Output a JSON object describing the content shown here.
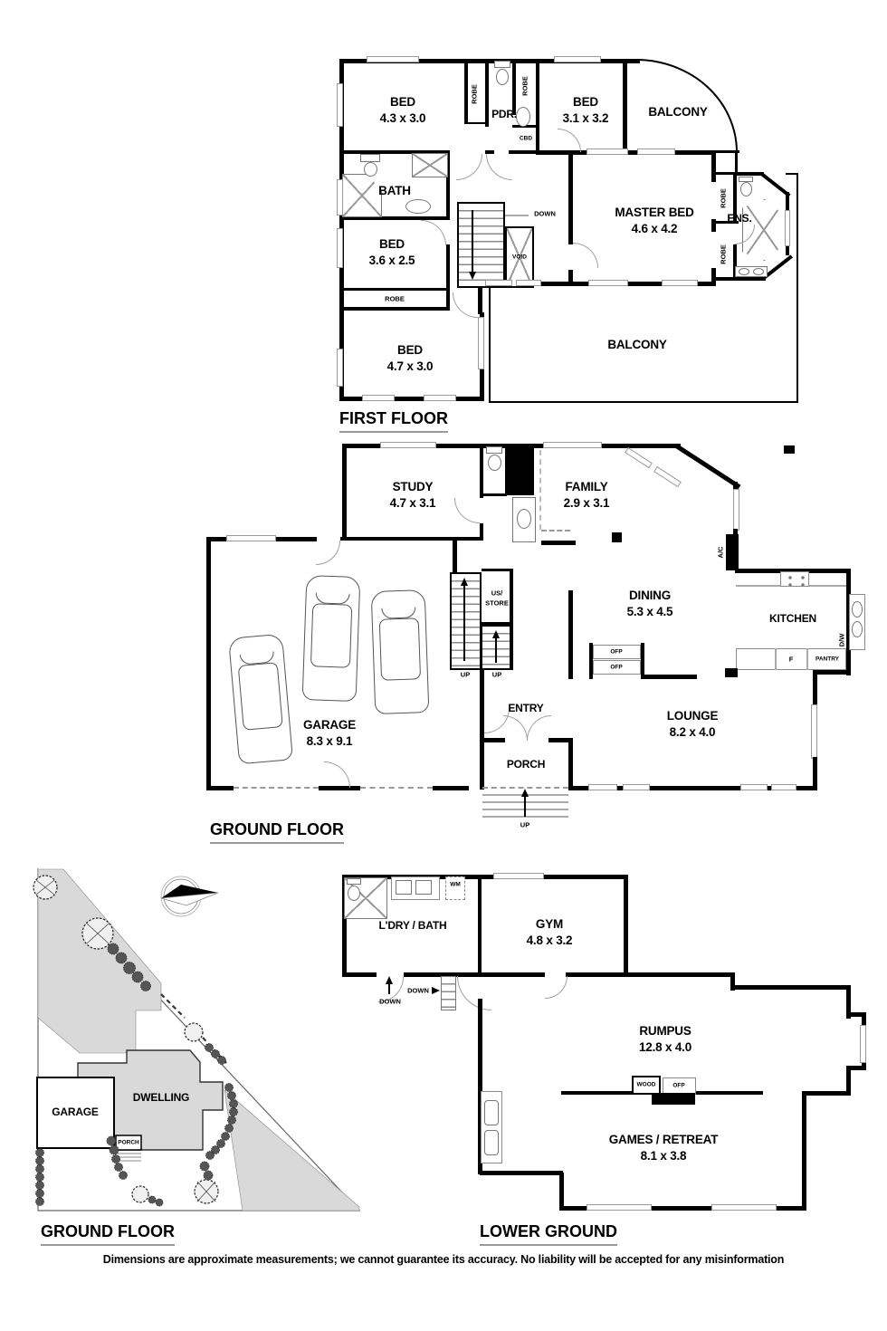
{
  "page": {
    "disclaimer": "Dimensions are approximate measurements; we cannot guarantee its accuracy. No liability will be accepted for any misinformation"
  },
  "shared": {
    "robe": "ROBE",
    "ofp": "OFP",
    "up": "UP",
    "down": "DOWN"
  },
  "first_floor": {
    "title": "FIRST FLOOR",
    "bed1_name": "BED",
    "bed1_dims": "4.3 x 3.0",
    "pdr": "PDR.",
    "bed2_name": "BED",
    "bed2_dims": "3.1 x 3.2",
    "balcony_top": "BALCONY",
    "bath": "BATH",
    "cbd": "CBD",
    "master_name": "MASTER BED",
    "master_dims": "4.6 x 4.2",
    "ens": "ENS.",
    "bed3_name": "BED",
    "bed3_dims": "3.6 x 2.5",
    "void": "VOID",
    "bed4_name": "BED",
    "bed4_dims": "4.7 x 3.0",
    "balcony_bottom": "BALCONY"
  },
  "ground_floor": {
    "title": "GROUND FLOOR",
    "study_name": "STUDY",
    "study_dims": "4.7 x 3.1",
    "family_name": "FAMILY",
    "family_dims": "2.9 x 3.1",
    "ac": "A/C",
    "us_store_line1": "US/",
    "us_store_line2": "STORE",
    "dining_name": "DINING",
    "dining_dims": "5.3 x 4.5",
    "kitchen": "KITCHEN",
    "dw": "D/W",
    "fridge": "F",
    "pantry": "PANTRY",
    "garage_name": "GARAGE",
    "garage_dims": "8.3 x 9.1",
    "entry": "ENTRY",
    "porch": "PORCH",
    "lounge_name": "LOUNGE",
    "lounge_dims": "8.2 x 4.0"
  },
  "lower_ground": {
    "title": "LOWER GROUND",
    "laundry_bath": "L'DRY / BATH",
    "wm": "WM",
    "gym_name": "GYM",
    "gym_dims": "4.8 x 3.2",
    "rumpus_name": "RUMPUS",
    "rumpus_dims": "12.8 x 4.0",
    "wood": "WOOD",
    "games_name": "GAMES / RETREAT",
    "games_dims": "8.1 x 3.8"
  },
  "site_plan": {
    "title": "GROUND FLOOR",
    "garage": "GARAGE",
    "dwelling": "DWELLING",
    "porch": "PORCH"
  }
}
